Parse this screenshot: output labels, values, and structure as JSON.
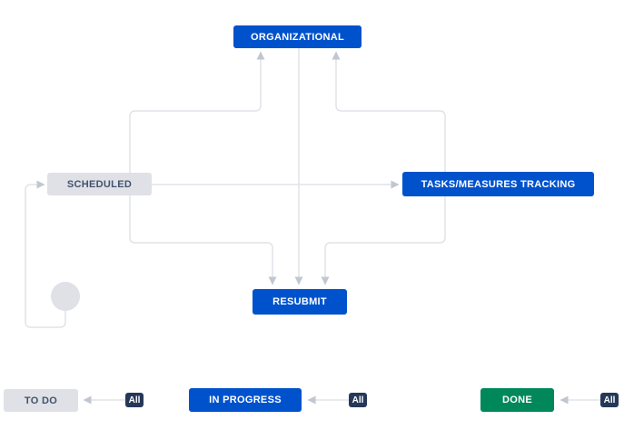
{
  "workflow": {
    "nodes": [
      {
        "id": "organizational",
        "label": "ORGANIZATIONAL",
        "category": "in-progress"
      },
      {
        "id": "scheduled",
        "label": "SCHEDULED",
        "category": "todo"
      },
      {
        "id": "tasks-measures-tracking",
        "label": "TASKS/MEASURES TRACKING",
        "category": "in-progress"
      },
      {
        "id": "resubmit",
        "label": "RESUBMIT",
        "category": "in-progress"
      }
    ],
    "start_node": "circle",
    "transitions": [
      {
        "from": "START",
        "to": "SCHEDULED"
      },
      {
        "from": "SCHEDULED",
        "to": "ORGANIZATIONAL"
      },
      {
        "from": "TASKS/MEASURES TRACKING",
        "to": "ORGANIZATIONAL"
      },
      {
        "from": "ORGANIZATIONAL",
        "to": "RESUBMIT"
      },
      {
        "from": "SCHEDULED",
        "to": "RESUBMIT"
      },
      {
        "from": "TASKS/MEASURES TRACKING",
        "to": "RESUBMIT"
      },
      {
        "from": "SCHEDULED",
        "to": "TASKS/MEASURES TRACKING"
      }
    ]
  },
  "legend": {
    "items": [
      {
        "label": "TO DO",
        "badge": "All",
        "category": "todo"
      },
      {
        "label": "IN PROGRESS",
        "badge": "All",
        "category": "in-progress"
      },
      {
        "label": "DONE",
        "badge": "All",
        "category": "done"
      }
    ]
  },
  "colors": {
    "blue": "#0052CC",
    "green": "#00875A",
    "gray": "#DFE1E6",
    "graytext": "#42526E",
    "badge": "#253858",
    "line": "#E1E3E8",
    "arrow": "#C1C7D0",
    "bg": "#FFFFFF"
  }
}
